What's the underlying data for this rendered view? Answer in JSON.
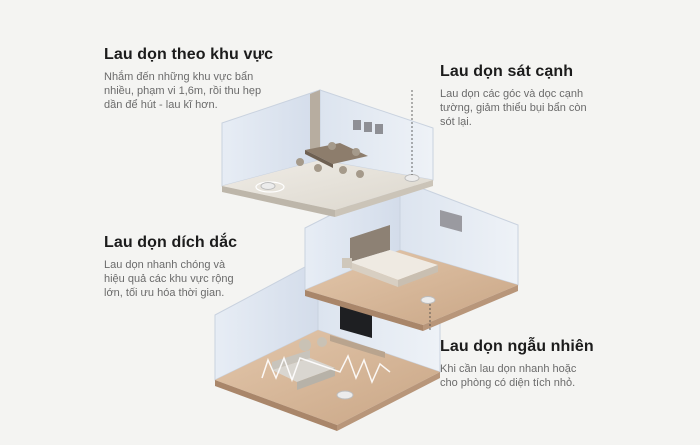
{
  "callouts": [
    {
      "title": "Lau dọn theo khu vực",
      "description": "Nhắm đến những khu vực bẩn\nnhiều, phạm vi 1,6m, rồi thu hẹp\ndần để hút - lau kĩ hơn."
    },
    {
      "title": "Lau dọn sát cạnh",
      "description": "Lau dọn các góc và dọc cạnh\ntường, giảm thiểu bụi bẩn còn\nsót lại."
    },
    {
      "title": "Lau dọn dích dắc",
      "description": "Lau dọn nhanh chóng và\nhiệu quả các khu vực rộng\nlớn, tối ưu hóa thời gian."
    },
    {
      "title": "Lau dọn ngẫu nhiên",
      "description": "Khi cần lau dọn nhanh hoặc\ncho phòng có diện tích nhỏ."
    }
  ],
  "colors": {
    "background": "#f4f4f2",
    "wall_glass": "#dfe6f0",
    "wood_floor": "#d7b89a",
    "stone_floor": "#e6e2da",
    "robot": "#e9e7e3",
    "path": "#ffffff"
  }
}
